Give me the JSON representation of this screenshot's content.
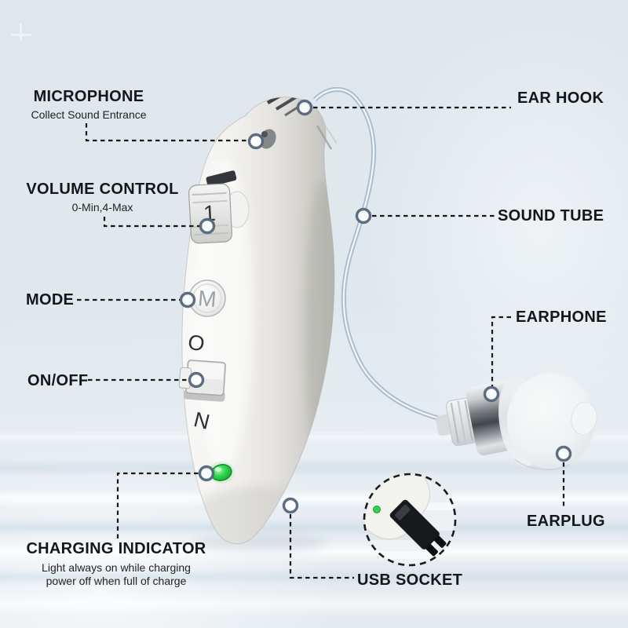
{
  "labels": {
    "microphone": {
      "title": "MICROPHONE",
      "subtitle": "Collect Sound Entrance"
    },
    "volume_control": {
      "title": "VOLUME CONTROL",
      "subtitle": "0-Min,4-Max"
    },
    "mode": {
      "title": "MODE"
    },
    "on_off": {
      "title": "ON/OFF"
    },
    "charging_indicator": {
      "title": "CHARGING INDICATOR",
      "subtitle_line1": "Light always on while charging",
      "subtitle_line2": "power off when full of charge"
    },
    "ear_hook": {
      "title": "EAR HOOK"
    },
    "sound_tube": {
      "title": "SOUND TUBE"
    },
    "earphone": {
      "title": "EARPHONE"
    },
    "earplug": {
      "title": "EARPLUG"
    },
    "usb_socket": {
      "title": "USB SOCKET"
    }
  },
  "device_markings": {
    "volume_wheel_number": "1",
    "mode_button_letter": "M",
    "switch_letter_top": "O",
    "switch_letter_bottom": "N"
  },
  "colors": {
    "background": "#e0e7ed",
    "label_text": "#141619",
    "leader_dash": "#17181a",
    "marker_ring": "#56677c",
    "led_green": "#2ed24a",
    "device_body_light": "#f7f7f5",
    "device_body_dark": "#c2c1bc"
  }
}
